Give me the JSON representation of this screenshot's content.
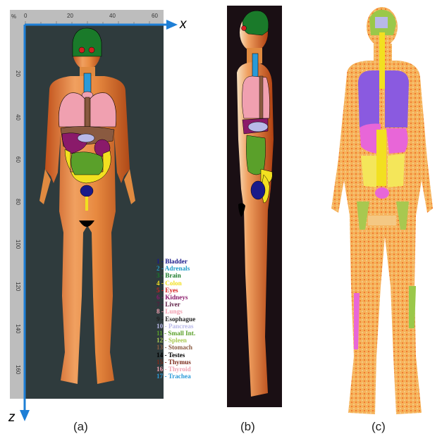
{
  "axes": {
    "x_label": "x",
    "z_label": "z",
    "corner_label": "%",
    "x_ticks": [
      "0",
      "20",
      "40",
      "60"
    ],
    "z_ticks": [
      "20",
      "40",
      "60",
      "80",
      "100",
      "120",
      "140",
      "160"
    ]
  },
  "captions": [
    "(a)",
    "(b)",
    "(c)"
  ],
  "legend": [
    {
      "num": "1",
      "name": "Bladder",
      "color": "#1a1a8a"
    },
    {
      "num": "2",
      "name": "Adrenals",
      "color": "#1e9cc8"
    },
    {
      "num": "3",
      "name": "Brain",
      "color": "#1a7a2a"
    },
    {
      "num": "4",
      "name": "Colon",
      "color": "#f2e020"
    },
    {
      "num": "5",
      "name": "Eyes",
      "color": "#d42020"
    },
    {
      "num": "6",
      "name": "Kidneys",
      "color": "#8a1a6a"
    },
    {
      "num": "7",
      "name": "Liver",
      "color": "#5a1a40"
    },
    {
      "num": "8",
      "name": "Lungs",
      "color": "#f0a0b0"
    },
    {
      "num": "9",
      "name": "Esophague",
      "color": "#222222"
    },
    {
      "num": "10",
      "name": "Pancreas",
      "color": "#b8b8e8"
    },
    {
      "num": "11",
      "name": "Small Int.",
      "color": "#5aa02a"
    },
    {
      "num": "12",
      "name": "Spleen",
      "color": "#a8c850"
    },
    {
      "num": "13",
      "name": "Stomach",
      "color": "#8a5a40"
    },
    {
      "num": "14",
      "name": "Testes",
      "color": "#000000"
    },
    {
      "num": "15",
      "name": "Thymus",
      "color": "#7a2a1a"
    },
    {
      "num": "16",
      "name": "Thyroid",
      "color": "#f0a0b0"
    },
    {
      "num": "17",
      "name": "Trachea",
      "color": "#2a9ad8"
    }
  ]
}
